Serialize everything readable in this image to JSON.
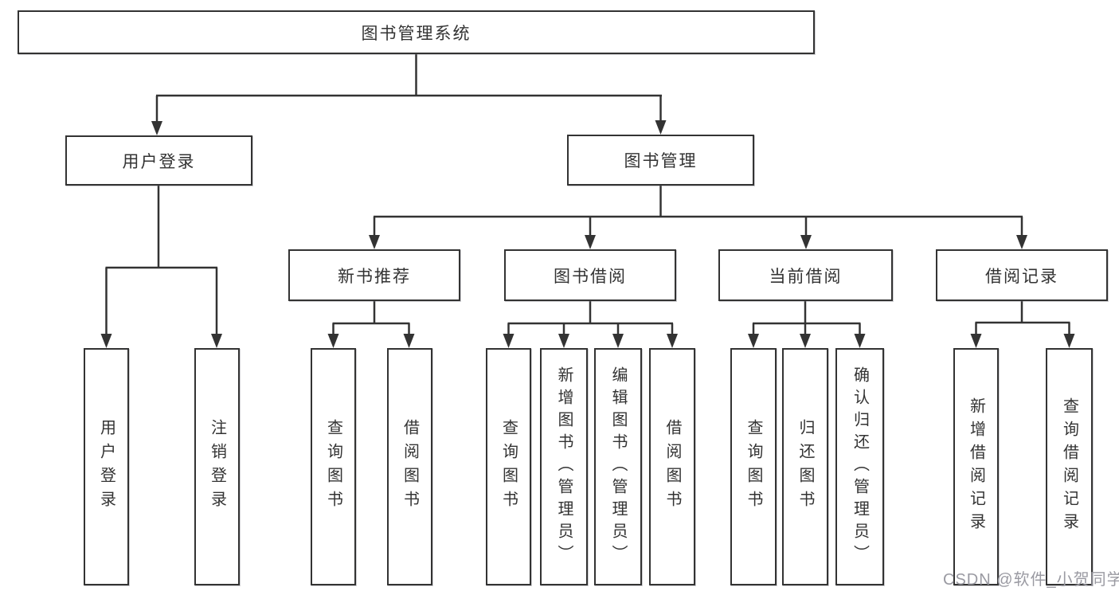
{
  "tree": {
    "label": "图书管理系统",
    "children": [
      {
        "label": "用户登录",
        "children": [
          {
            "label": "用户登录"
          },
          {
            "label": "注销登录"
          }
        ]
      },
      {
        "label": "图书管理",
        "children": [
          {
            "label": "新书推荐",
            "children": [
              {
                "label": "查询图书"
              },
              {
                "label": "借阅图书"
              }
            ]
          },
          {
            "label": "图书借阅",
            "children": [
              {
                "label": "查询图书"
              },
              {
                "label": "新增图书（管理员）"
              },
              {
                "label": "编辑图书（管理员）"
              },
              {
                "label": "借阅图书"
              }
            ]
          },
          {
            "label": "当前借阅",
            "children": [
              {
                "label": "查询图书"
              },
              {
                "label": "归还图书"
              },
              {
                "label": "确认归还（管理员）"
              }
            ]
          },
          {
            "label": "借阅记录",
            "children": [
              {
                "label": "新增借阅记录"
              },
              {
                "label": "查询借阅记录"
              }
            ]
          }
        ]
      }
    ]
  },
  "watermark": {
    "text": "CSDN @软件_小贺同学"
  },
  "colors": {
    "line": "#333333",
    "box_border": "#333333",
    "text": "#333333",
    "watermark": "#9a9aa2",
    "background": "#ffffff"
  }
}
